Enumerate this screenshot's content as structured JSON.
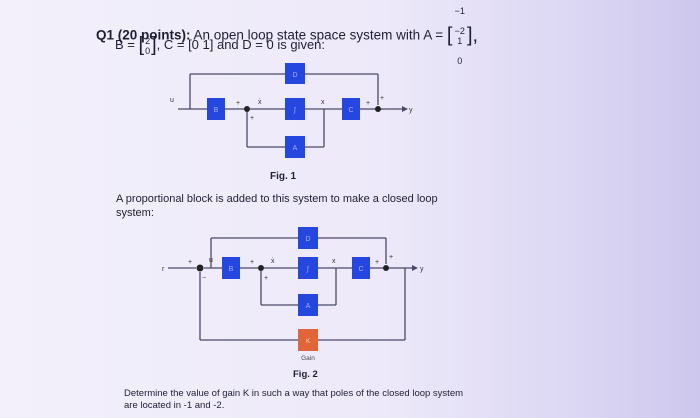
{
  "question": {
    "number": "Q1",
    "points": "(20 points):",
    "intro": "An open loop state space system with",
    "A_label": "A =",
    "A_row1": [
      "−1",
      "−2"
    ],
    "A_row2": [
      "1",
      "0"
    ],
    "B_label": "B =",
    "B_col": [
      "2",
      "0"
    ],
    "C_text": ", C = [0 1] and D = 0 is given:"
  },
  "fig1": {
    "caption": "Fig. 1",
    "blocks": {
      "D": "D",
      "B": "B",
      "integrator": "∫",
      "A": "A",
      "C": "C"
    },
    "signals": {
      "u": "u",
      "xdot": "ẋ",
      "x": "x",
      "y": "y",
      "plus": "+"
    }
  },
  "paragraph": "A proportional block is added to this system to make a closed loop system:",
  "fig2": {
    "caption": "Fig. 2",
    "blocks": {
      "D": "D",
      "B": "B",
      "integrator": "∫",
      "A": "A",
      "C": "C",
      "K": "K"
    },
    "signals": {
      "r": "r",
      "u": "u",
      "xdot": "ẋ",
      "x": "x",
      "y": "y",
      "plus": "+",
      "minus": "−"
    },
    "gain_label": "Gain"
  },
  "final_question": "Determine the value of gain K in such a way that poles of the closed loop system are located in -1 and -2.",
  "colors": {
    "block_blue": "#2646e0",
    "block_orange": "#e0663a",
    "line": "#4a4a66"
  }
}
